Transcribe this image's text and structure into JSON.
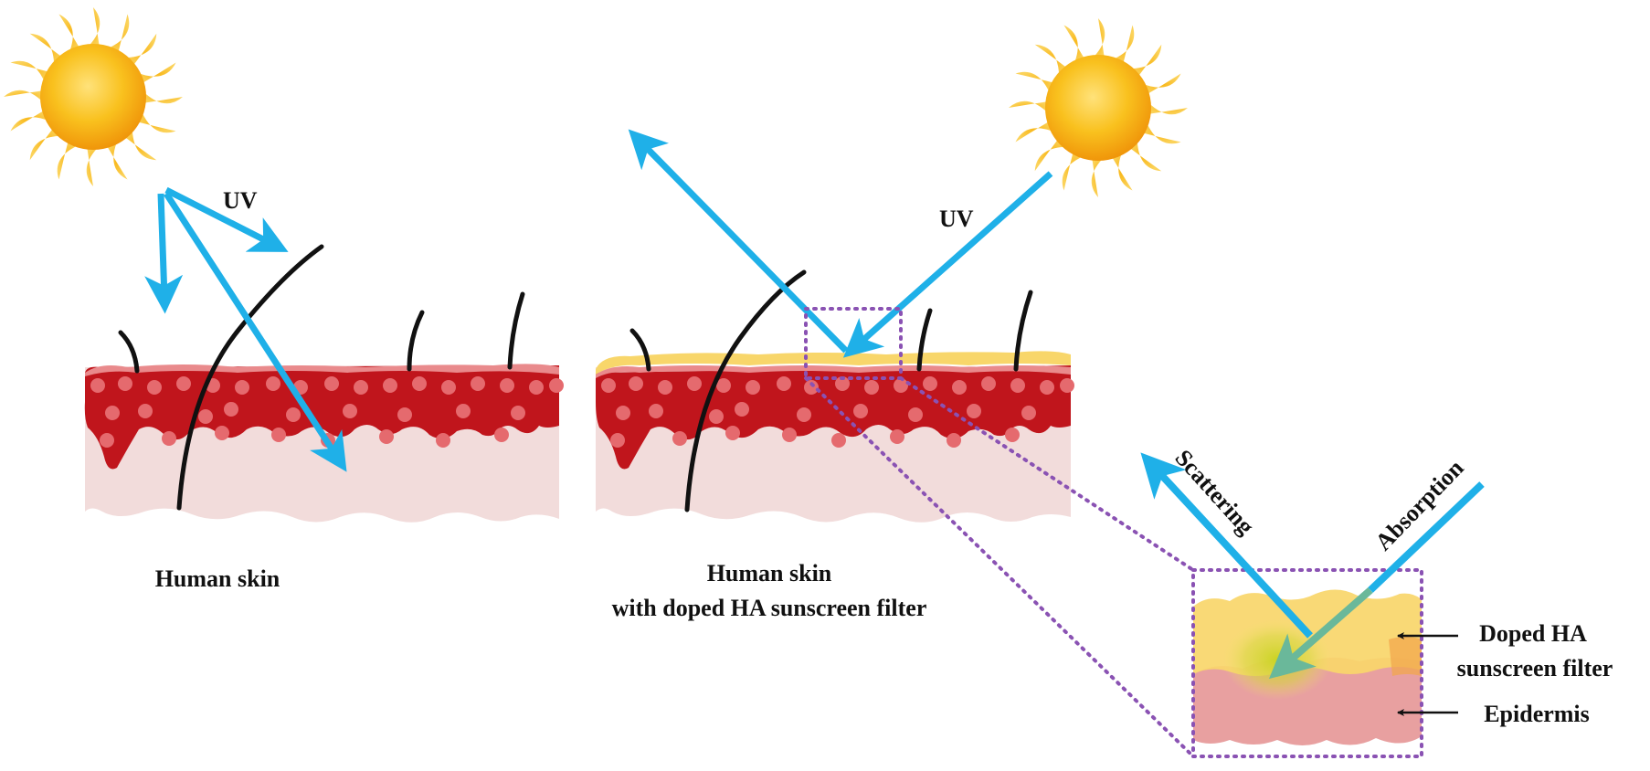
{
  "panels": {
    "left": {
      "uv_label": "UV",
      "caption": "Human skin"
    },
    "middle": {
      "uv_label": "UV",
      "caption_line1": "Human skin",
      "caption_line2": "with doped HA sunscreen filter"
    },
    "zoom": {
      "scattering_label": "Scattering",
      "absorption_label": "Absorption",
      "filter_label_line1": "Doped HA",
      "filter_label_line2": "sunscreen filter",
      "epidermis_label": "Epidermis"
    }
  },
  "colors": {
    "uv_arrow": "#1fb0e8",
    "skin_red": "#c0151c",
    "skin_dots": "#e56a6e",
    "dermis": "#f2dcdb",
    "filter_layer": "#f8d66a",
    "zoom_box": "#8a52b3",
    "sun_core": "#f7b417"
  },
  "icons": {
    "sun": "sun-icon",
    "hair": "hair-strand",
    "pointer": "left-arrow-icon"
  }
}
